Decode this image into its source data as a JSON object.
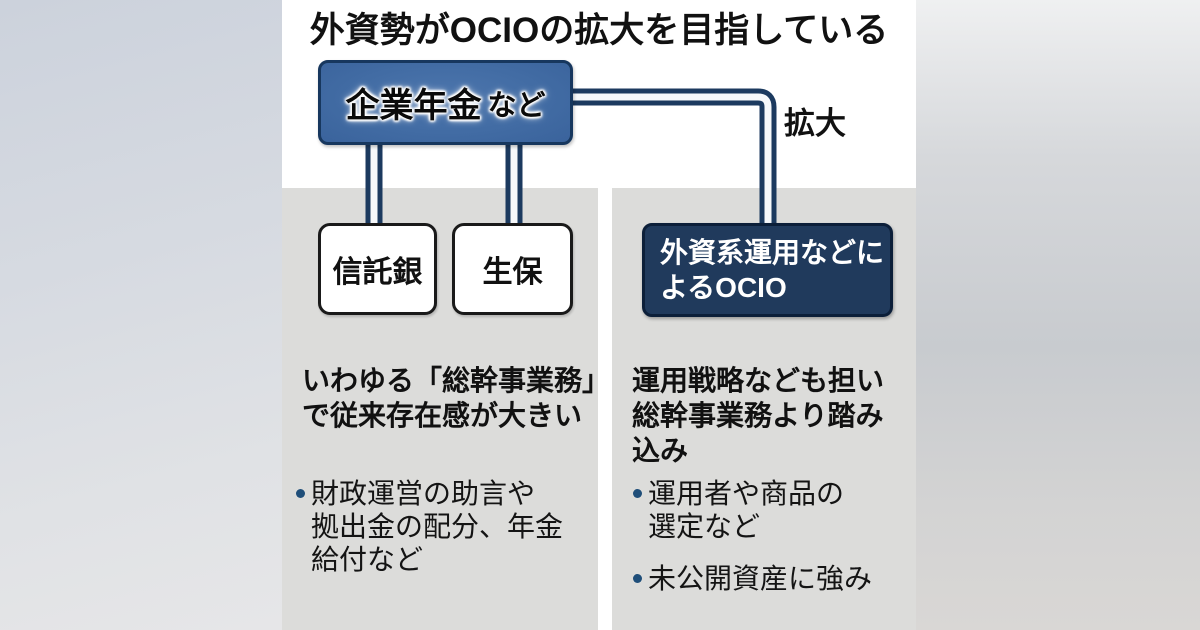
{
  "title": "外資勢がOCIOの拡大を目指している",
  "flow": {
    "pension_box": {
      "main": "企業年金",
      "suffix": "など"
    },
    "expand_label": "拡大",
    "trust_box_label": "信託銀",
    "life_box_label": "生保",
    "ocio_box_lines": [
      "外資系運用などに",
      "よるOCIO"
    ]
  },
  "left_column": {
    "heading_lines": [
      "いわゆる「総幹事業務」",
      "で従来存在感が大きい"
    ],
    "bullets": [
      {
        "lines": [
          "財政運営の助言や",
          "拠出金の配分、年金",
          "給付など"
        ]
      }
    ]
  },
  "right_column": {
    "heading_lines": [
      "運用戦略なども担い",
      "総幹事業務より踏み",
      "込み"
    ],
    "bullets": [
      {
        "lines": [
          "運用者や商品の",
          "選定など"
        ]
      },
      {
        "lines": [
          "未公開資産に強み"
        ]
      }
    ]
  },
  "colors": {
    "accent_blue": "#40699f",
    "dark_navy": "#203a5c",
    "pipe_navy": "#1c3a5f",
    "pipe_core": "#f6f8fa",
    "panel_gray": "#dcdcda",
    "text_black": "#111111",
    "bullet_navy": "#1f4e79"
  }
}
